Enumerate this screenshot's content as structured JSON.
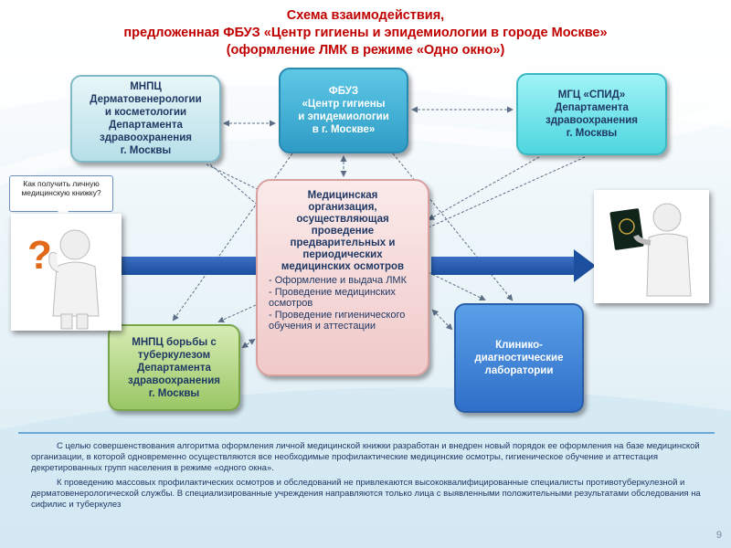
{
  "title": {
    "line1": "Схема взаимодействия,",
    "line2": "предложенная ФБУЗ «Центр гигиены и эпидемиологии в городе Москве»",
    "line3": "(оформление  ЛМК  в режиме «Одно окно»)"
  },
  "boxes": {
    "mnpc": [
      "МНПЦ",
      "Дерматовенерологии",
      "и косметологии",
      "Департамента",
      "здравоохранения",
      "г. Москвы"
    ],
    "fbuz": [
      "ФБУЗ",
      "«Центр гигиены",
      "и эпидемиологии",
      "в г. Москве»"
    ],
    "mgc": [
      "МГЦ «СПИД»",
      "Департамента",
      "здравоохранения",
      "г. Москвы"
    ],
    "tb": [
      "МНПЦ борьбы с",
      "туберкулезом",
      "Департамента",
      "здравоохранения",
      "г. Москвы"
    ],
    "lab": [
      "Клинико-",
      "диагностические",
      "лаборатории"
    ],
    "med_title": [
      "Медицинская",
      "организация,",
      "осуществляющая",
      "проведение",
      "предварительных и",
      "периодических",
      "медицинских осмотров"
    ],
    "med_list": [
      "- Оформление и выдача ЛМК",
      "- Проведение медицинских осмотров",
      "- Проведение гигиенического обучения и аттестации"
    ]
  },
  "bubble": "Как получить личную медицинскую книжку?",
  "bottom": {
    "p1": "С целью  совершенствования алгоритма оформления личной медицинской книжки разработан и внедрен новый порядок ее оформления на базе медицинской организации, в которой   одновременно осуществляются все необходимые профилактические медицинские осмотры, гигиеническое обучение и аттестация декретированных групп населения в режиме «одного окна».",
    "p2": "К проведению массовых профилактических осмотров и обследований не привлекаются высококвалифицированные специалисты противотуберкулезной и дерматовенерологической службы. В специализированные учреждения направляются только лица с выявленными положительными результатами обследования на сифилис и туберкулез"
  },
  "page_number": "9",
  "colors": {
    "title": "#c00000",
    "arrow": "#1d4f9f",
    "text": "#1f3864"
  }
}
